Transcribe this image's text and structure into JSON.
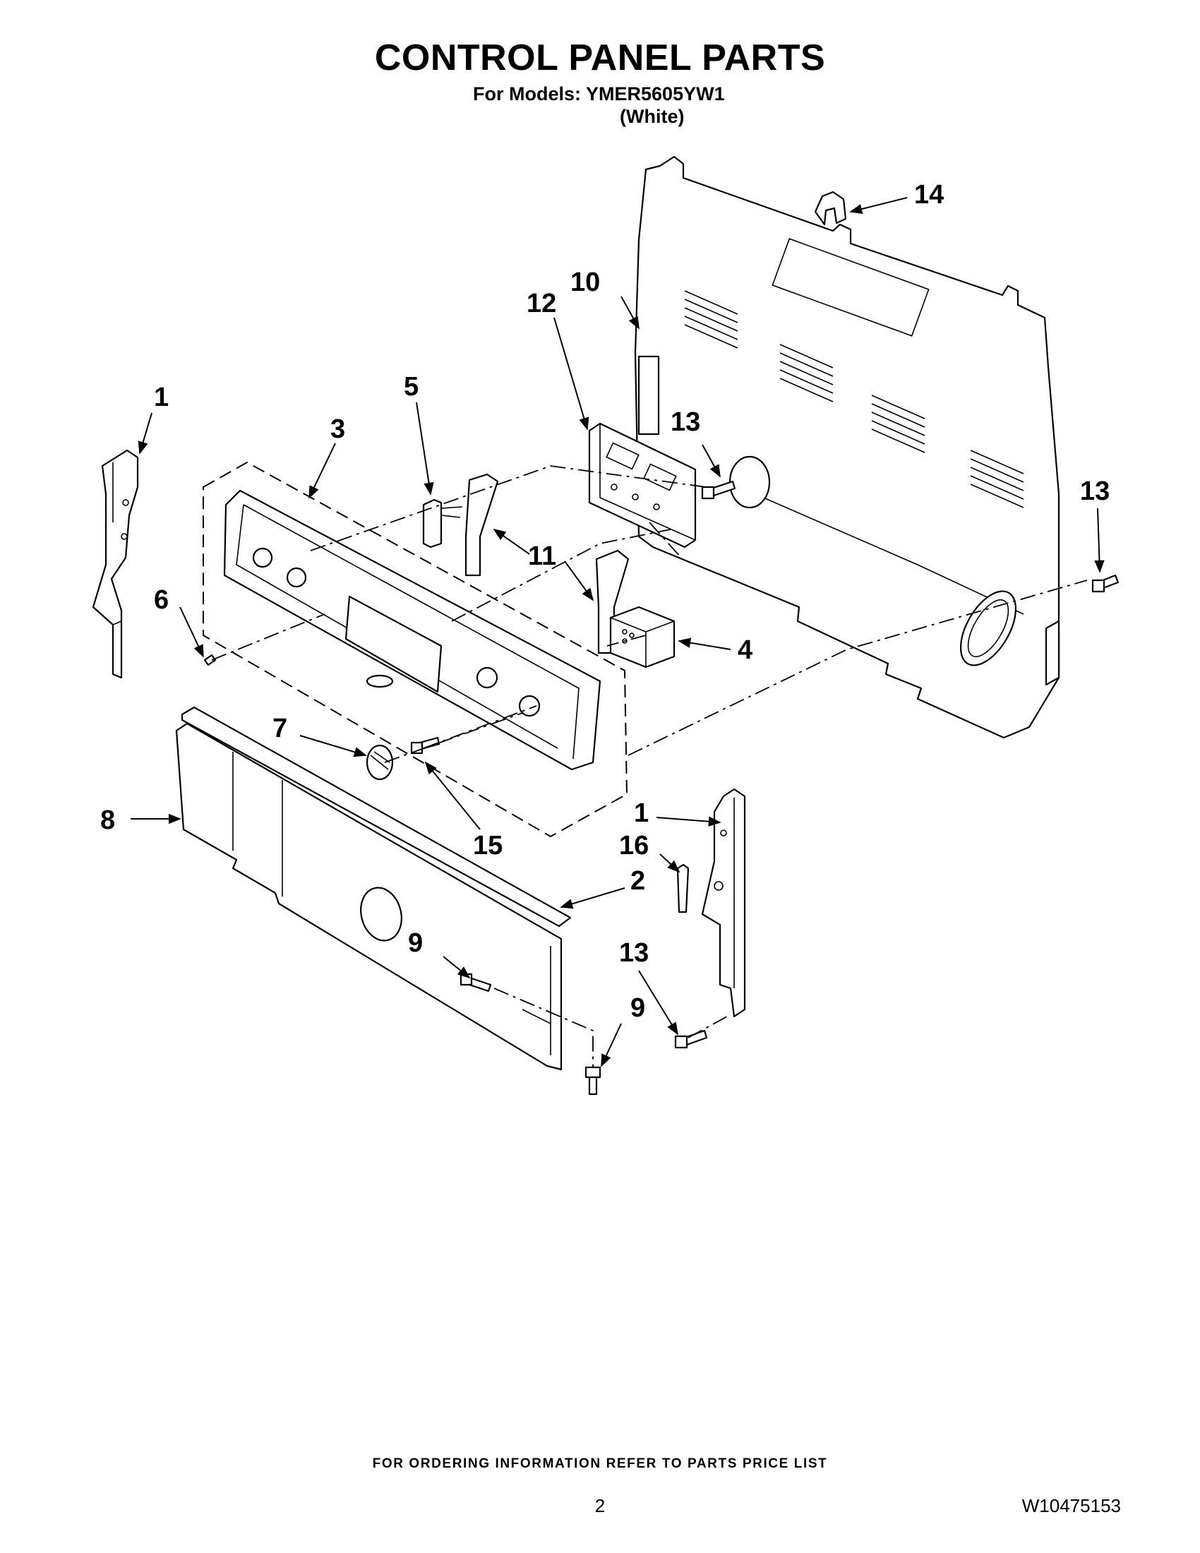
{
  "header": {
    "title": "CONTROL PANEL PARTS",
    "models_line": "For Models: YMER5605YW1",
    "color_line": "(White)"
  },
  "callouts": {
    "c1a": "1",
    "c1b": "1",
    "c2": "2",
    "c3": "3",
    "c4": "4",
    "c5": "5",
    "c6": "6",
    "c7": "7",
    "c8": "8",
    "c9a": "9",
    "c9b": "9",
    "c10": "10",
    "c11": "11",
    "c12": "12",
    "c13a": "13",
    "c13b": "13",
    "c13c": "13",
    "c14": "14",
    "c15": "15",
    "c16": "16"
  },
  "footer": {
    "ordering_note": "FOR ORDERING INFORMATION REFER TO PARTS PRICE LIST",
    "page_number": "2",
    "document_number": "W10475153"
  }
}
